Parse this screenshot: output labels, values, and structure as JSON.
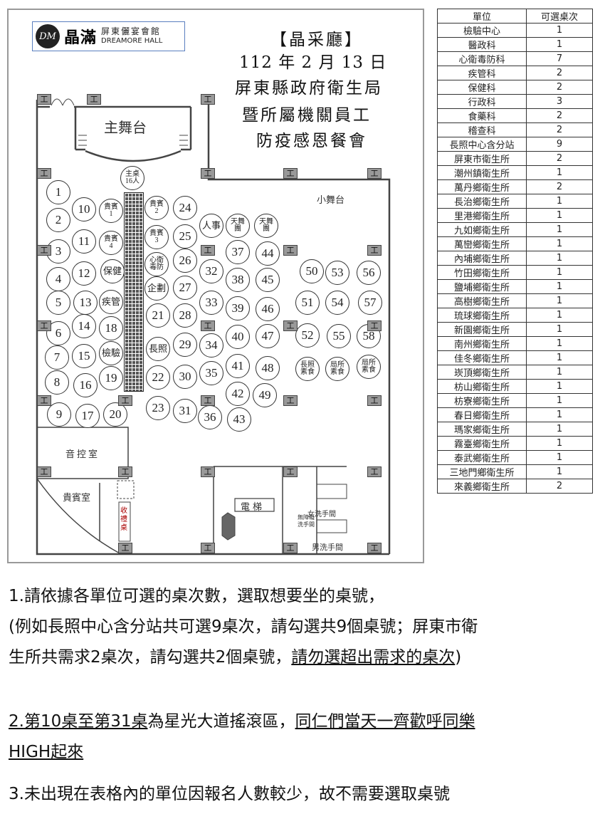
{
  "logo": {
    "mark": "DM",
    "name": "晶滿",
    "subtitle": "屏東儷宴會館",
    "english": "DREAMORE HALL"
  },
  "title": {
    "hall": "【晶采廳】",
    "date": "112 年 2 月 13 日",
    "line1": "屏東縣政府衛生局",
    "line2": "暨所屬機關員工",
    "line3": "防疫感恩餐會"
  },
  "plan_labels": {
    "main_stage": "主舞台",
    "small_stage": "小舞台",
    "sound_room": "音控室",
    "vip_room": "貴賓室",
    "gift_desk": "收禮桌",
    "elevator": "電梯",
    "women_restroom": "女洗手間",
    "accessible_restroom": "無障礙洗手間",
    "men_restroom": "男洗手間",
    "pillar": "工"
  },
  "tables": [
    "主桌16人",
    "1",
    "2",
    "3",
    "4",
    "5",
    "6",
    "7",
    "8",
    "9",
    "10",
    "11",
    "12",
    "13",
    "14",
    "15",
    "16",
    "17",
    "貴賓1",
    "貴賓4",
    "保健",
    "疾管",
    "18",
    "檢驗",
    "19",
    "20",
    "貴賓2",
    "貴賓3",
    "心衛毒防",
    "企劃",
    "21",
    "長照",
    "22",
    "23",
    "24",
    "25",
    "26",
    "27",
    "28",
    "29",
    "30",
    "31",
    "人事",
    "32",
    "33",
    "34",
    "35",
    "36",
    "天舞團",
    "37",
    "38",
    "39",
    "40",
    "41",
    "42",
    "43",
    "天舞團",
    "44",
    "45",
    "46",
    "47",
    "48",
    "49",
    "50",
    "53",
    "56",
    "51",
    "54",
    "57",
    "52",
    "55",
    "58",
    "長照素食",
    "局所素食",
    "局所素食"
  ],
  "unit_table": {
    "headers": [
      "單位",
      "可選桌次"
    ],
    "rows": [
      [
        "檢驗中心",
        "1"
      ],
      [
        "醫政科",
        "1"
      ],
      [
        "心衛毒防科",
        "7"
      ],
      [
        "疾管科",
        "2"
      ],
      [
        "保健科",
        "2"
      ],
      [
        "行政科",
        "3"
      ],
      [
        "食藥科",
        "2"
      ],
      [
        "稽查科",
        "2"
      ],
      [
        "長照中心含分站",
        "9"
      ],
      [
        "屏東市衛生所",
        "2"
      ],
      [
        "潮州鎮衛生所",
        "1"
      ],
      [
        "萬丹鄉衛生所",
        "2"
      ],
      [
        "長治鄉衛生所",
        "1"
      ],
      [
        "里港鄉衛生所",
        "1"
      ],
      [
        "九如鄉衛生所",
        "1"
      ],
      [
        "萬巒鄉衛生所",
        "1"
      ],
      [
        "內埔鄉衛生所",
        "1"
      ],
      [
        "竹田鄉衛生所",
        "1"
      ],
      [
        "鹽埔鄉衛生所",
        "1"
      ],
      [
        "高樹鄉衛生所",
        "1"
      ],
      [
        "琉球鄉衛生所",
        "1"
      ],
      [
        "新園鄉衛生所",
        "1"
      ],
      [
        "南州鄉衛生所",
        "1"
      ],
      [
        "佳冬鄉衛生所",
        "1"
      ],
      [
        "崁頂鄉衛生所",
        "1"
      ],
      [
        "枋山鄉衛生所",
        "1"
      ],
      [
        "枋寮鄉衛生所",
        "1"
      ],
      [
        "春日鄉衛生所",
        "1"
      ],
      [
        "瑪家鄉衛生所",
        "1"
      ],
      [
        "霧臺鄉衛生所",
        "1"
      ],
      [
        "泰武鄉衛生所",
        "1"
      ],
      [
        "三地門鄉衛生所",
        "1"
      ],
      [
        "來義鄉衛生所",
        "2"
      ]
    ]
  },
  "notes": {
    "n1_line1": "1.請依據各單位可選的桌次數，選取想要坐的桌號，",
    "n1_line2": "(例如長照中心含分站共可選9桌次，請勾選共9個桌號；屏東市衛",
    "n1_line3a": "生所共需求2桌次，請勾選共2個桌號，",
    "n1_line3b": "請勿選超出需求的桌次",
    "n1_line3c": ")",
    "n2_a": "2.",
    "n2_b": "第10桌至第31桌",
    "n2_c": "為星光大道搖滾區，",
    "n2_d": "同仁們當天一齊歡呼同樂",
    "n2_e": "HIGH起來",
    "n3": "3.未出現在表格內的單位因報名人數較少，故不需要選取桌號"
  }
}
